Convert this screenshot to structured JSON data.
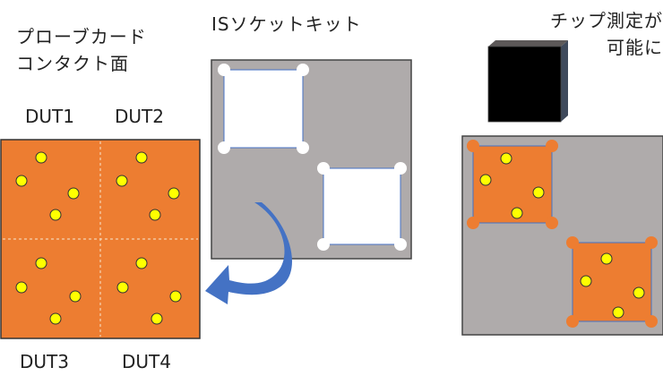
{
  "probe_card": {
    "title_line1": "プローブカード",
    "title_line2": "コンタクト面",
    "dut_labels": [
      "DUT1",
      "DUT2",
      "DUT3",
      "DUT4"
    ],
    "card_color": "#ED7D31",
    "pad_color": "#FFFF00"
  },
  "socket_kit": {
    "title": "ISソケットキット",
    "plate_color": "#AFABAB"
  },
  "chip_test": {
    "title_line1": "チップ測定が",
    "title_line2": "可能に",
    "chip_color": "#767171"
  },
  "arrow_color": "#4472C4"
}
